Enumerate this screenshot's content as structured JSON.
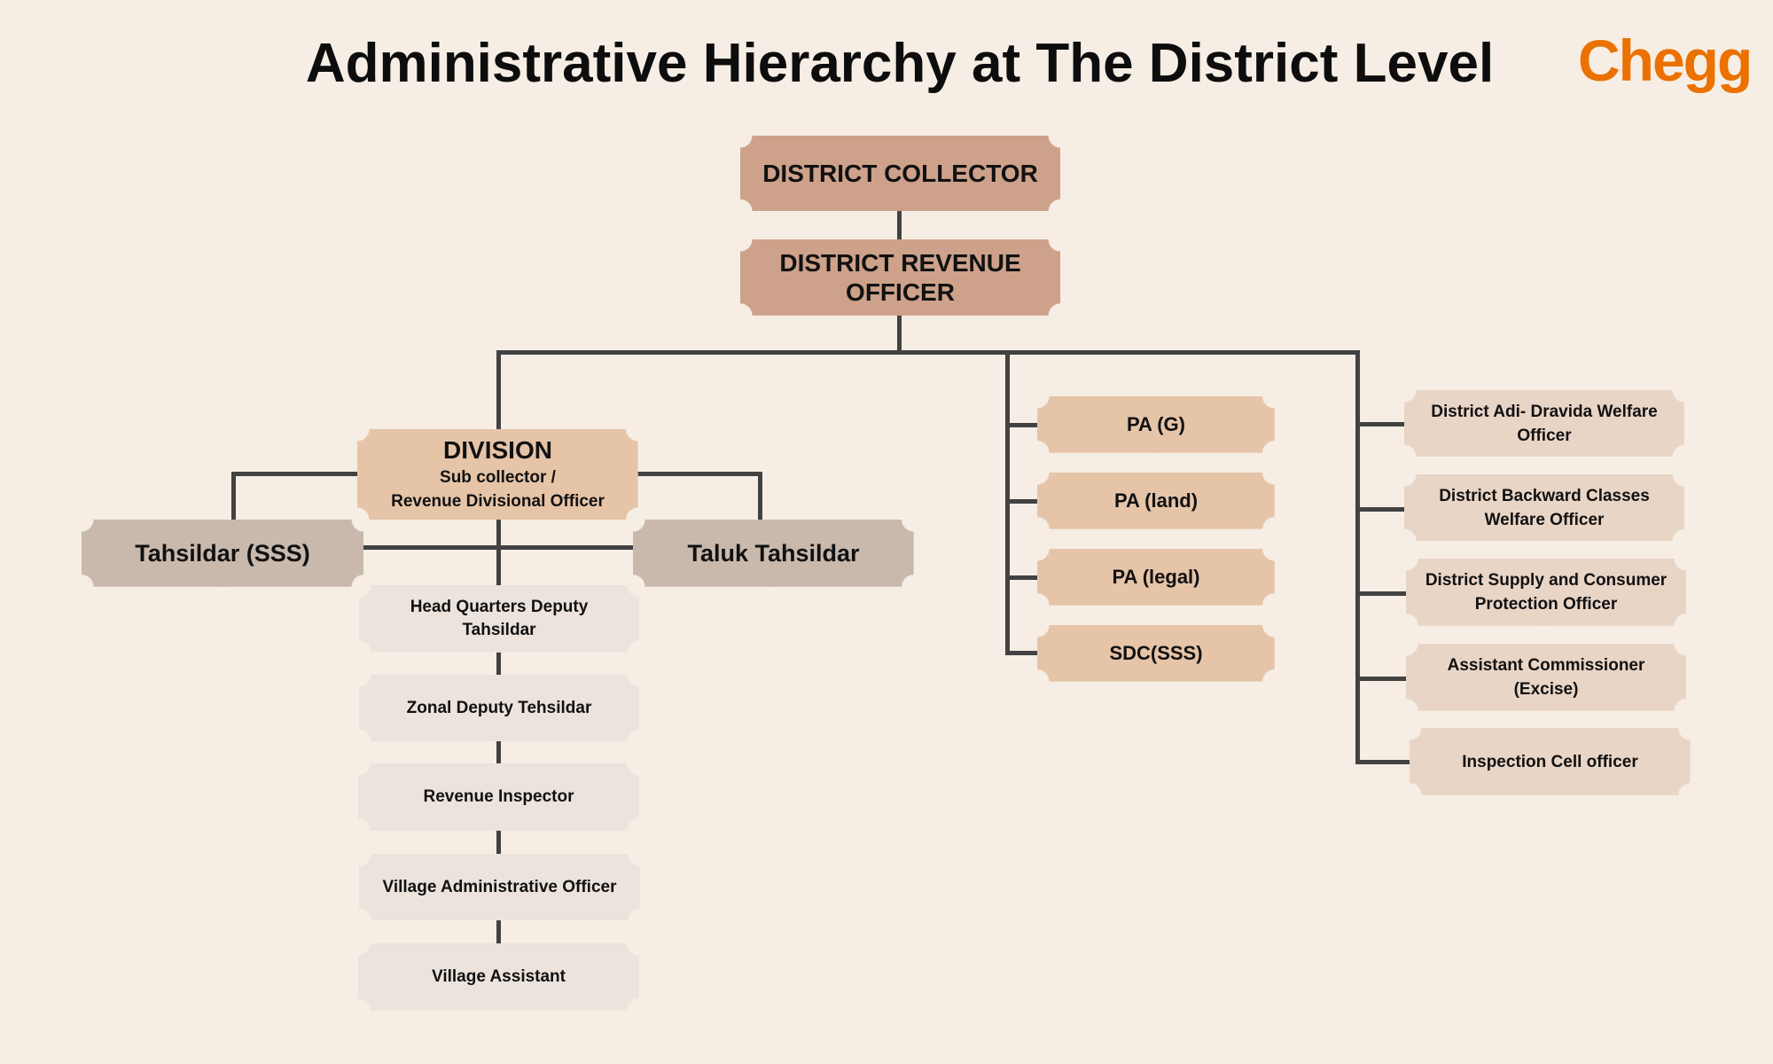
{
  "title": "Administrative Hierarchy at The District Level",
  "logo": {
    "text": "Chegg",
    "color": "#eb7100"
  },
  "colors": {
    "background": "#f6eee4",
    "connector": "#424242",
    "top_level": "#cda18a",
    "division": "#e6c4a8",
    "tahsildar": "#c9b9ad",
    "chain": "#ebe3dc",
    "pa": "#e6c4a8",
    "district_officers": "#e9d5c6"
  },
  "top": {
    "collector": "DISTRICT COLLECTOR",
    "revenue_officer": "DISTRICT REVENUE OFFICER"
  },
  "division": {
    "heading": "DIVISION",
    "sub_line1": "Sub collector /",
    "sub_line2": "Revenue Divisional Officer"
  },
  "tahsildars": {
    "left": "Tahsildar (SSS)",
    "right": "Taluk Tahsildar"
  },
  "chain": [
    "Head Quarters Deputy Tahsildar",
    "Zonal Deputy Tehsildar",
    "Revenue Inspector",
    "Village Administrative Officer",
    "Village Assistant"
  ],
  "pa": [
    "PA (G)",
    "PA (land)",
    "PA (legal)",
    "SDC(SSS)"
  ],
  "district_officers": [
    "District Adi- Dravida Welfare Officer",
    "District Backward Classes Welfare Officer",
    "District Supply and Consumer Protection Officer",
    "Assistant Commissioner (Excise)",
    "Inspection Cell officer"
  ]
}
